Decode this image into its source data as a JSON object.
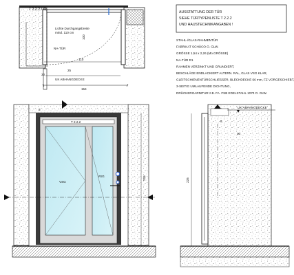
{
  "title_block": {
    "line1": "AUSSTATTUNG DER TÜR",
    "line2": "SIEHE TÜRTYPENLISTE  T 2.2.2",
    "line3": "UND HAUSTECHNIKANGABEN !"
  },
  "plan": {
    "label_top": "T 2.2.2 / K3",
    "clear_width_l1": "Lichte Durchgangsbreite",
    "clear_width_l2": "mind. 110 cm",
    "na_door": "NA-TÜR",
    "dim_100": "100",
    "dim_110": "110",
    "dim_30": "30",
    "dim_25": "25",
    "soffit": "UK ABHANGDECKE",
    "dim_154": "154"
  },
  "specs": [
    "STAHL-/GLAS-RAHMENTÜR",
    "FABRIKAT SCHÜCO O. GLW.",
    "GRÖSSE 1,54 x 2,26 (Mo.GRÖSSE)",
    "NA-TÜR  R1",
    "RAHMEN VERZINKT UND GRUNDIERT,",
    "BESCHLÄGE ENDLACKIERT ALTERN. RAL, GLAS VSG KLAR,",
    "GLEITSCHIENENTÜRSCHLIESSER, BLECHDECKE 66 mm, FZ VORGESCHIEBT,",
    "3-SEITIG UMLAUFENDE DICHTUNG,",
    "DRÜCKERGARNITUR  z.B. FA. FSB EDELSTAHL 1070 O. GLW."
  ],
  "elevation": {
    "door_tag": "T 2.2.2",
    "glass_left": "VSG",
    "glass_right": "VSG",
    "height": "226",
    "dim_5": "5"
  },
  "section": {
    "soffit": "UK ABHANGDECKE",
    "height": "226",
    "dim_5": "5",
    "dim_30": "30"
  }
}
